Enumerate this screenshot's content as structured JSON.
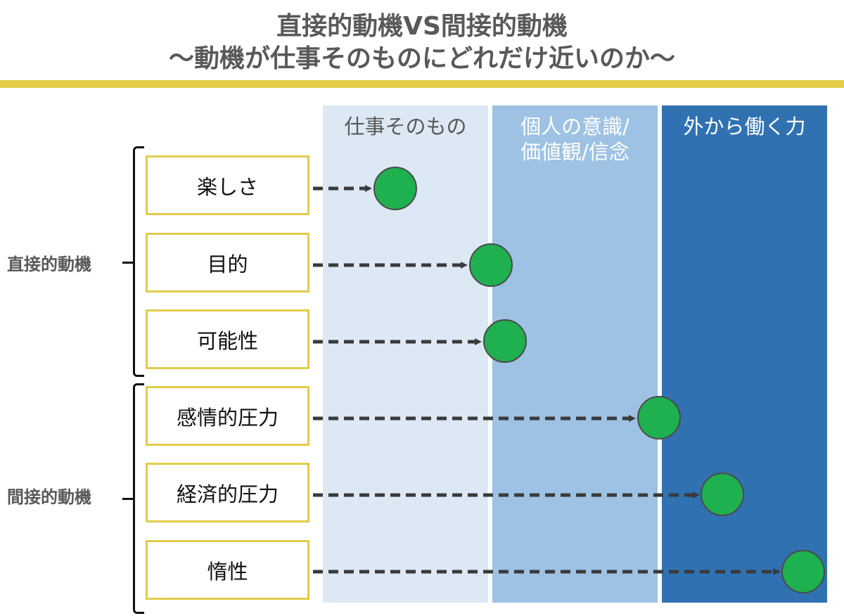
{
  "title": {
    "line1": "直接的動機VS間接的動機",
    "line2": "〜動機が仕事そのものにどれだけ近いのか〜"
  },
  "columns": [
    {
      "label": "仕事そのもの",
      "color": "#dce8f4"
    },
    {
      "label": "個人の意識/\n価値観/信念",
      "line1": "個人の意識/",
      "line2": "価値観/信念",
      "color": "#9dc2e3"
    },
    {
      "label": "外から働く力",
      "color": "#3072b1"
    }
  ],
  "groups": [
    {
      "label": "直接的動機",
      "items": [
        "楽しさ",
        "目的",
        "可能性"
      ]
    },
    {
      "label": "間接的動機",
      "items": [
        "感情的圧力",
        "経済的圧力",
        "惰性"
      ]
    }
  ],
  "items": [
    {
      "label": "楽しさ",
      "group": "直接的動機",
      "position_column": "仕事そのもの"
    },
    {
      "label": "目的",
      "group": "直接的動機",
      "position_column": "仕事そのもの/個人の意識 境界"
    },
    {
      "label": "可能性",
      "group": "直接的動機",
      "position_column": "個人の意識/価値観/信念"
    },
    {
      "label": "感情的圧力",
      "group": "間接的動機",
      "position_column": "個人の意識/外から働く力 境界"
    },
    {
      "label": "経済的圧力",
      "group": "間接的動機",
      "position_column": "外から働く力"
    },
    {
      "label": "惰性",
      "group": "間接的動機",
      "position_column": "外から働く力"
    }
  ],
  "colors": {
    "accent_gold": "#e2cc4a",
    "marker_green": "#1fb050",
    "arrow": "#3a3a3a",
    "title_text": "#595959"
  }
}
